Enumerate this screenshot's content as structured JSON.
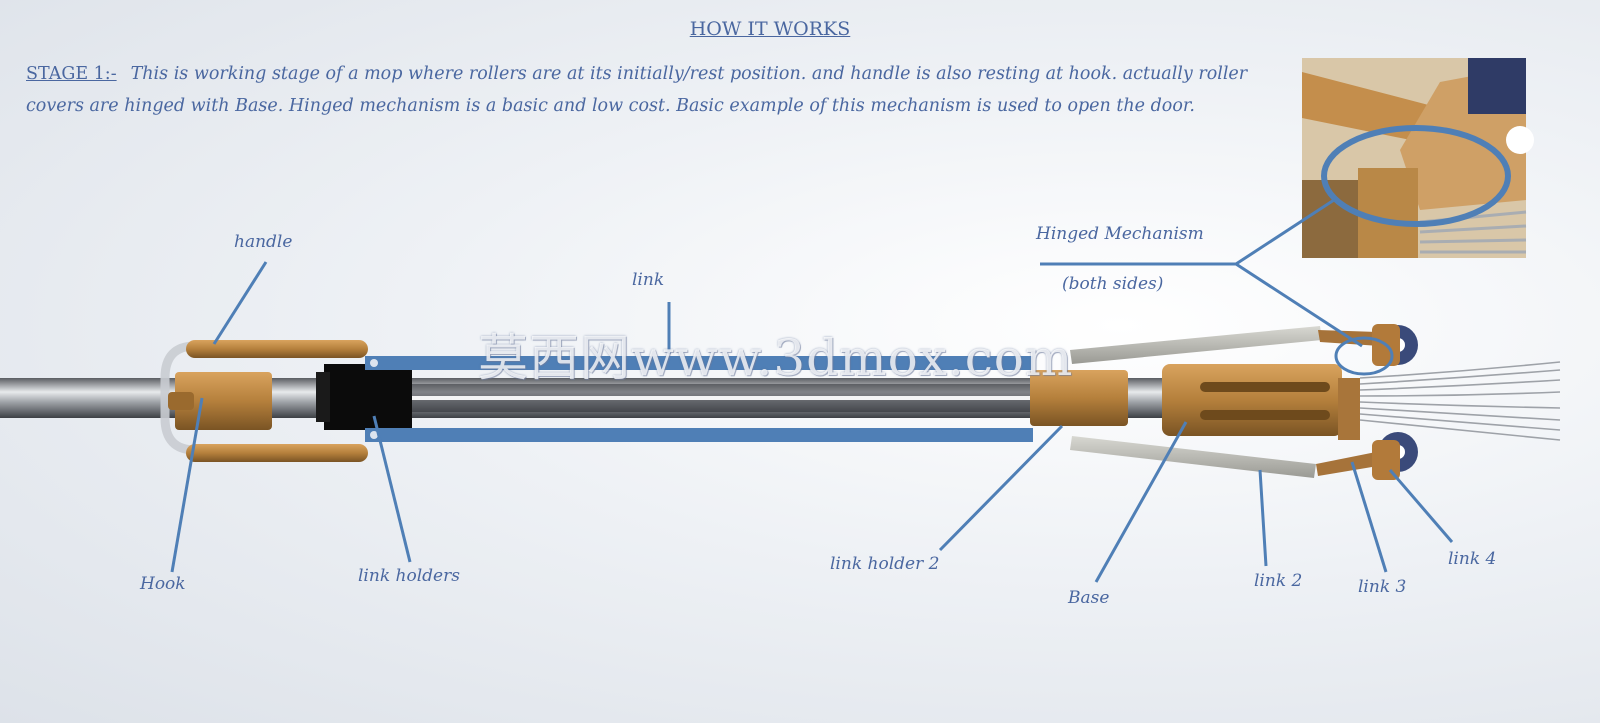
{
  "title": "HOW IT WORKS",
  "description": {
    "stage": "STAGE 1:-",
    "text": "This is working stage of a mop where rollers are at its initially/rest position. and handle is also resting at hook. actually roller covers are hinged with Base. Hinged mechanism is a basic and low cost. Basic example of this mechanism is used to open the door."
  },
  "labels": {
    "handle": "handle",
    "link": "link",
    "hook": "Hook",
    "link_holders": "link holders",
    "link_holder_2": "link holder 2",
    "base": "Base",
    "link_2": "link 2",
    "link_3": "link 3",
    "link_4": "link 4",
    "hinged_mechanism": "Hinged Mechanism",
    "both_sides": "(both sides)"
  },
  "watermark": "莫西网www.3dmox.com",
  "colors": {
    "label_text": "#4a67a0",
    "link_blue": "#4f7fb6",
    "bronze": "#b9823d",
    "rod": "#b9bcc0"
  }
}
